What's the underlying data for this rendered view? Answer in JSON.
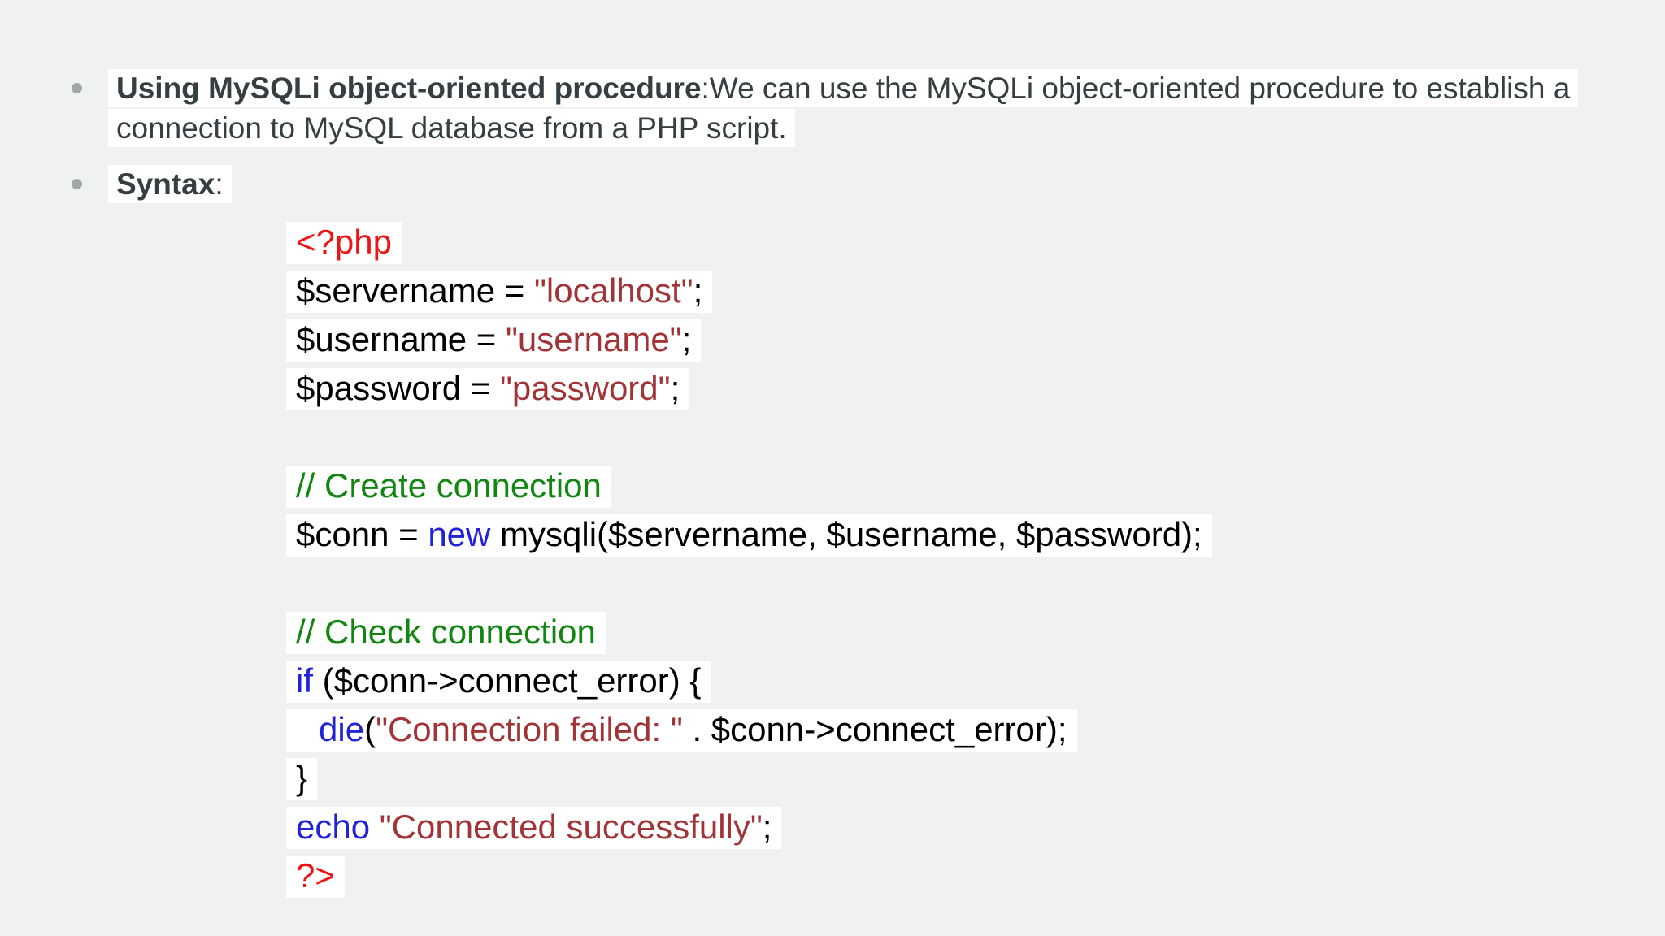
{
  "slide": {
    "background": "#f0f1f1",
    "colors": {
      "body_text": "#353f41",
      "bullet_dot": "#9fa9a8",
      "highlight": "#ffffff",
      "code_default": "#000000",
      "php_tag_red": "#ee1414",
      "string_red": "#a23437",
      "comment_green": "#118611",
      "keyword_blue": "#2222d8"
    },
    "bullets": [
      {
        "bold": "Using MySQLi object-oriented procedure",
        "rest": ":We can use the MySQLi object-oriented procedure to establish a connection to MySQL database from a PHP script."
      },
      {
        "bold": "Syntax",
        "rest": ":"
      }
    ],
    "code": {
      "lines": [
        {
          "tokens": [
            {
              "t": "<?php",
              "c": "tag"
            }
          ]
        },
        {
          "tokens": [
            {
              "t": "$servername = ",
              "c": "plain"
            },
            {
              "t": "\"localhost\"",
              "c": "string"
            },
            {
              "t": ";",
              "c": "plain"
            }
          ]
        },
        {
          "tokens": [
            {
              "t": "$username = ",
              "c": "plain"
            },
            {
              "t": "\"username\"",
              "c": "string"
            },
            {
              "t": ";",
              "c": "plain"
            }
          ]
        },
        {
          "tokens": [
            {
              "t": "$password = ",
              "c": "plain"
            },
            {
              "t": "\"password\"",
              "c": "string"
            },
            {
              "t": ";",
              "c": "plain"
            }
          ]
        },
        {
          "tokens": []
        },
        {
          "tokens": [
            {
              "t": "// Create connection",
              "c": "comment"
            }
          ]
        },
        {
          "tokens": [
            {
              "t": "$conn = ",
              "c": "plain"
            },
            {
              "t": "new",
              "c": "keyword"
            },
            {
              "t": " mysqli($servername, $username, $password);",
              "c": "plain"
            }
          ]
        },
        {
          "tokens": []
        },
        {
          "tokens": [
            {
              "t": "// Check connection",
              "c": "comment"
            }
          ]
        },
        {
          "tokens": [
            {
              "t": "if",
              "c": "keyword"
            },
            {
              "t": " ($conn->connect_error) {",
              "c": "plain"
            }
          ]
        },
        {
          "indent": 1,
          "tokens": [
            {
              "t": "die",
              "c": "keyword"
            },
            {
              "t": "(",
              "c": "plain"
            },
            {
              "t": "\"Connection failed: \"",
              "c": "string"
            },
            {
              "t": " . $conn->connect_error);",
              "c": "plain"
            }
          ]
        },
        {
          "tokens": [
            {
              "t": "}",
              "c": "plain"
            }
          ]
        },
        {
          "tokens": [
            {
              "t": "echo ",
              "c": "keyword"
            },
            {
              "t": "\"Connected successfully\"",
              "c": "string"
            },
            {
              "t": ";",
              "c": "plain"
            }
          ]
        },
        {
          "tokens": [
            {
              "t": "?>",
              "c": "tag"
            }
          ]
        }
      ]
    }
  }
}
